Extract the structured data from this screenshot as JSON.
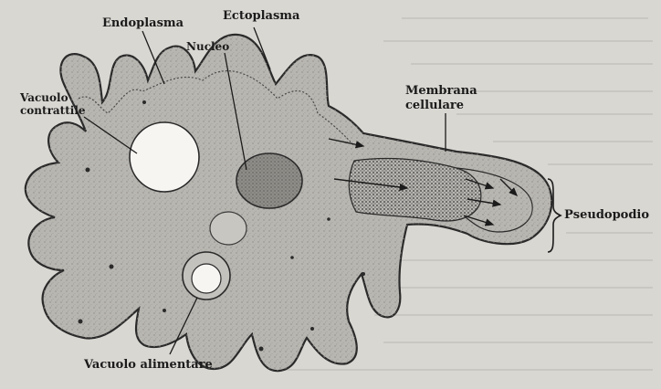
{
  "figure": {
    "labels": {
      "endoplasma": "Endoplasma",
      "ectoplasma": "Ectoplasma",
      "nucleo": "Nucleo",
      "vacuolo_contrattile": [
        "Vacuolo",
        "contrattile"
      ],
      "membrana_cellulare": [
        "Membrana",
        "cellulare"
      ],
      "pseudopodio": "Pseudopodio",
      "vacuolo_alimentare": "Vacuolo alimentare"
    }
  },
  "colors": {
    "page": "#d9d7d2",
    "cell_fill": "#b8b6b1",
    "cell_outline": "#2a2a2a",
    "nucleus_fill": "#8f8d88",
    "vacuole_fill": "#f6f5f2",
    "text": "#1b1b1b"
  }
}
